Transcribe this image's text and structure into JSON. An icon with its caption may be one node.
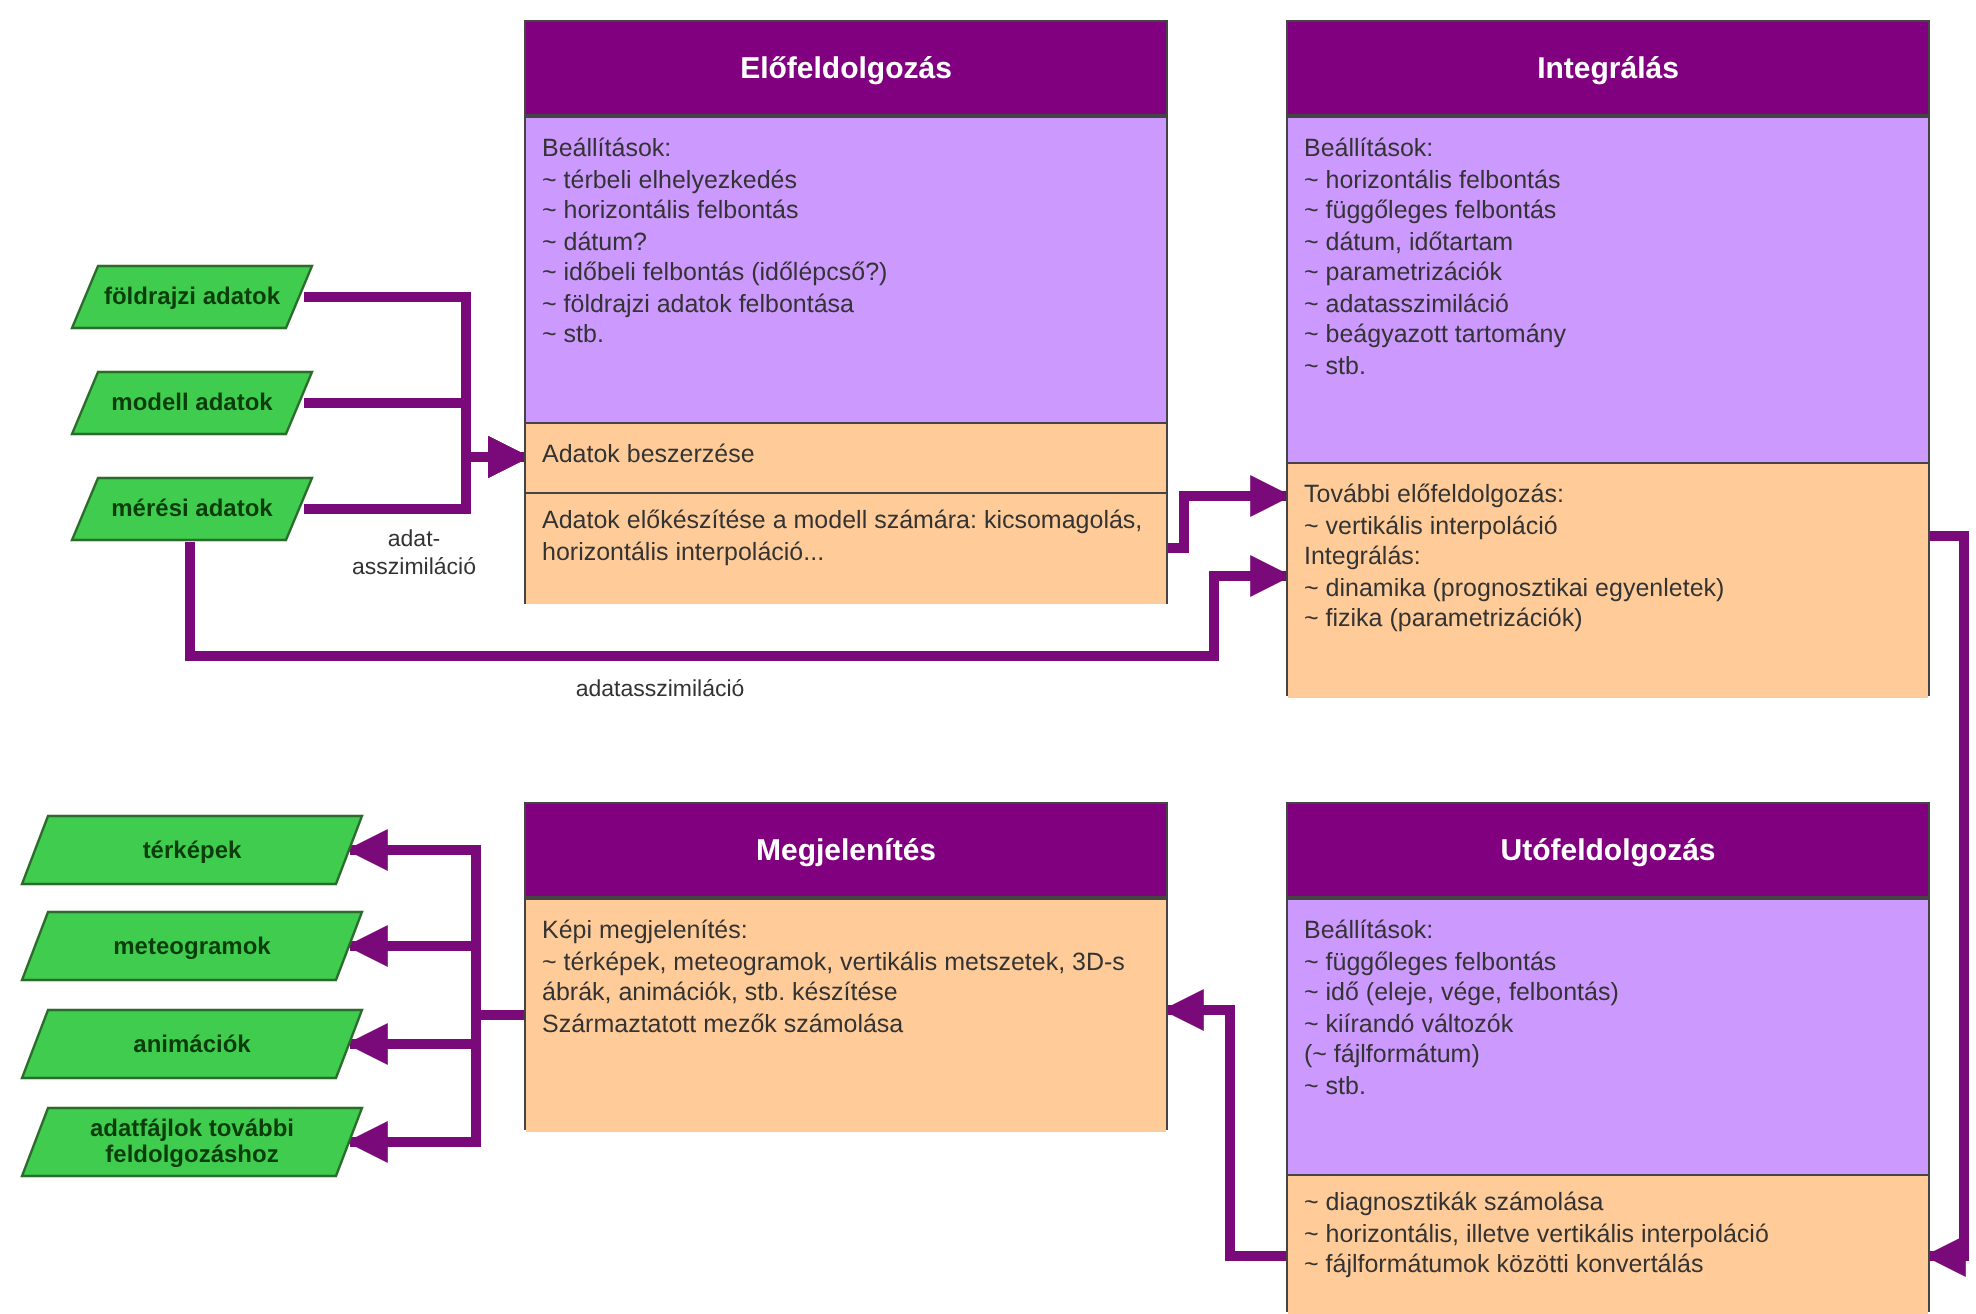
{
  "diagram": {
    "nodes": [
      {
        "text": [
          "Előfeldolgozás"
        ]
      },
      {
        "text": [
          "Beállítások:",
          "~ térbeli elhelyezkedés",
          "~ horizontális felbontás",
          "~ dátum?",
          "~ időbeli felbontás (időlépcső?)",
          "~ földrajzi adatok felbontása",
          "~ stb."
        ],
        "in": 0
      },
      {
        "text": [
          "Adatok beszerzése"
        ],
        "in": 0
      },
      {
        "text": [
          "Adatok előkészítése a modell számára: kicsomagolás, horizontális interpoláció..."
        ],
        "in": 0
      },
      {
        "text": [
          "földrajzi adatok"
        ]
      },
      {
        "text": [
          "modell adatok"
        ]
      },
      {
        "text": [
          "mérési adatok"
        ]
      },
      {
        "text": [
          "Integrálás"
        ]
      },
      {
        "text": [
          "Beállítások:",
          "~ horizontális felbontás",
          "~ függőleges felbontás",
          "~ dátum, időtartam",
          "~ parametrizációk",
          "~ adatasszimiláció",
          "~ beágyazott tartomány",
          "~ stb."
        ],
        "in": 7
      },
      {
        "text": [
          "További előfeldolgozás:",
          "~ vertikális interpoláció",
          "Integrálás:",
          "~ dinamika (prognosztikai egyenletek)",
          "~ fizika (parametrizációk)"
        ],
        "in": 7
      },
      {
        "text": [
          "Megjelenítés"
        ]
      },
      {
        "text": [
          "Képi megjelenítés:",
          "~ térképek, meteogramok, vertikális metszetek, 3D-s ábrák, animációk, stb. készítése",
          "Származtatott mezők számolása"
        ],
        "in": 10
      },
      {
        "text": [
          "Utófeldolgozás"
        ]
      },
      {
        "text": [
          "Beállítások:",
          "~ függőleges felbontás",
          "~ idő (eleje, vége, felbontás)",
          "~ kiírandó változók",
          "(~ fájlformátum)",
          "~ stb."
        ],
        "in": 12
      },
      {
        "text": [
          "~ diagnosztikák számolása",
          "~ horizontális, illetve vertikális interpoláció",
          "~ fájlformátumok közötti konvertálás"
        ],
        "in": 12
      },
      {
        "text": [
          "térképek"
        ]
      },
      {
        "text": [
          "meteogramok"
        ]
      },
      {
        "text": [
          "animációk"
        ]
      },
      {
        "text": [
          "adatfájlok további feldolgozáshoz"
        ]
      }
    ],
    "edges": [
      {
        "from": 4,
        "to": 2,
        "arrow": "to"
      },
      {
        "from": 5,
        "to": 2,
        "arrow": "to"
      },
      {
        "from": 6,
        "to": 2,
        "arrow": "to",
        "label": "adat- asszimiláció"
      },
      {
        "from": 6,
        "to": 9,
        "arrow": "to",
        "label": "adatasszimiláció"
      },
      {
        "from": 3,
        "to": 9,
        "arrow": "to"
      },
      {
        "from": 9,
        "to": 14,
        "arrow": "to"
      },
      {
        "from": 14,
        "to": 11,
        "arrow": "to"
      },
      {
        "from": 11,
        "to": 15,
        "arrow": "to"
      },
      {
        "from": 11,
        "to": 16,
        "arrow": "to"
      },
      {
        "from": 11,
        "to": 17,
        "arrow": "to"
      },
      {
        "from": 11,
        "to": 18,
        "arrow": "to"
      }
    ]
  }
}
